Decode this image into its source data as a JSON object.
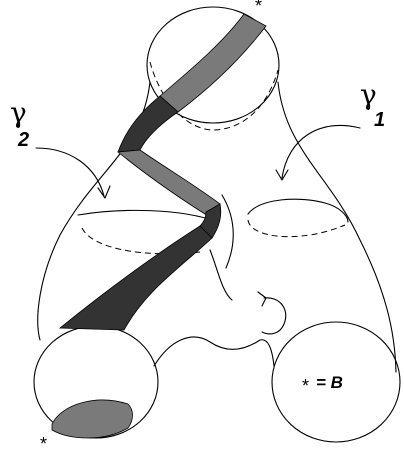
{
  "labels": {
    "gamma1": {
      "symbol": "γ",
      "subscript": "1"
    },
    "gamma2": {
      "symbol": "γ",
      "subscript": "2"
    },
    "base_point_star_top": "*",
    "base_point_star_bottom": "*",
    "legend_star": "*",
    "legend_text": "= B"
  },
  "colors": {
    "outline": "#000000",
    "band_dark": "#333333",
    "band_light": "#7a7a7a",
    "background": "#ffffff"
  },
  "icons": {
    "gamma1_arrow": "curved-arrow-icon",
    "gamma2_arrow": "curved-arrow-icon",
    "orientation_arrow": "rotation-arrow-icon"
  }
}
